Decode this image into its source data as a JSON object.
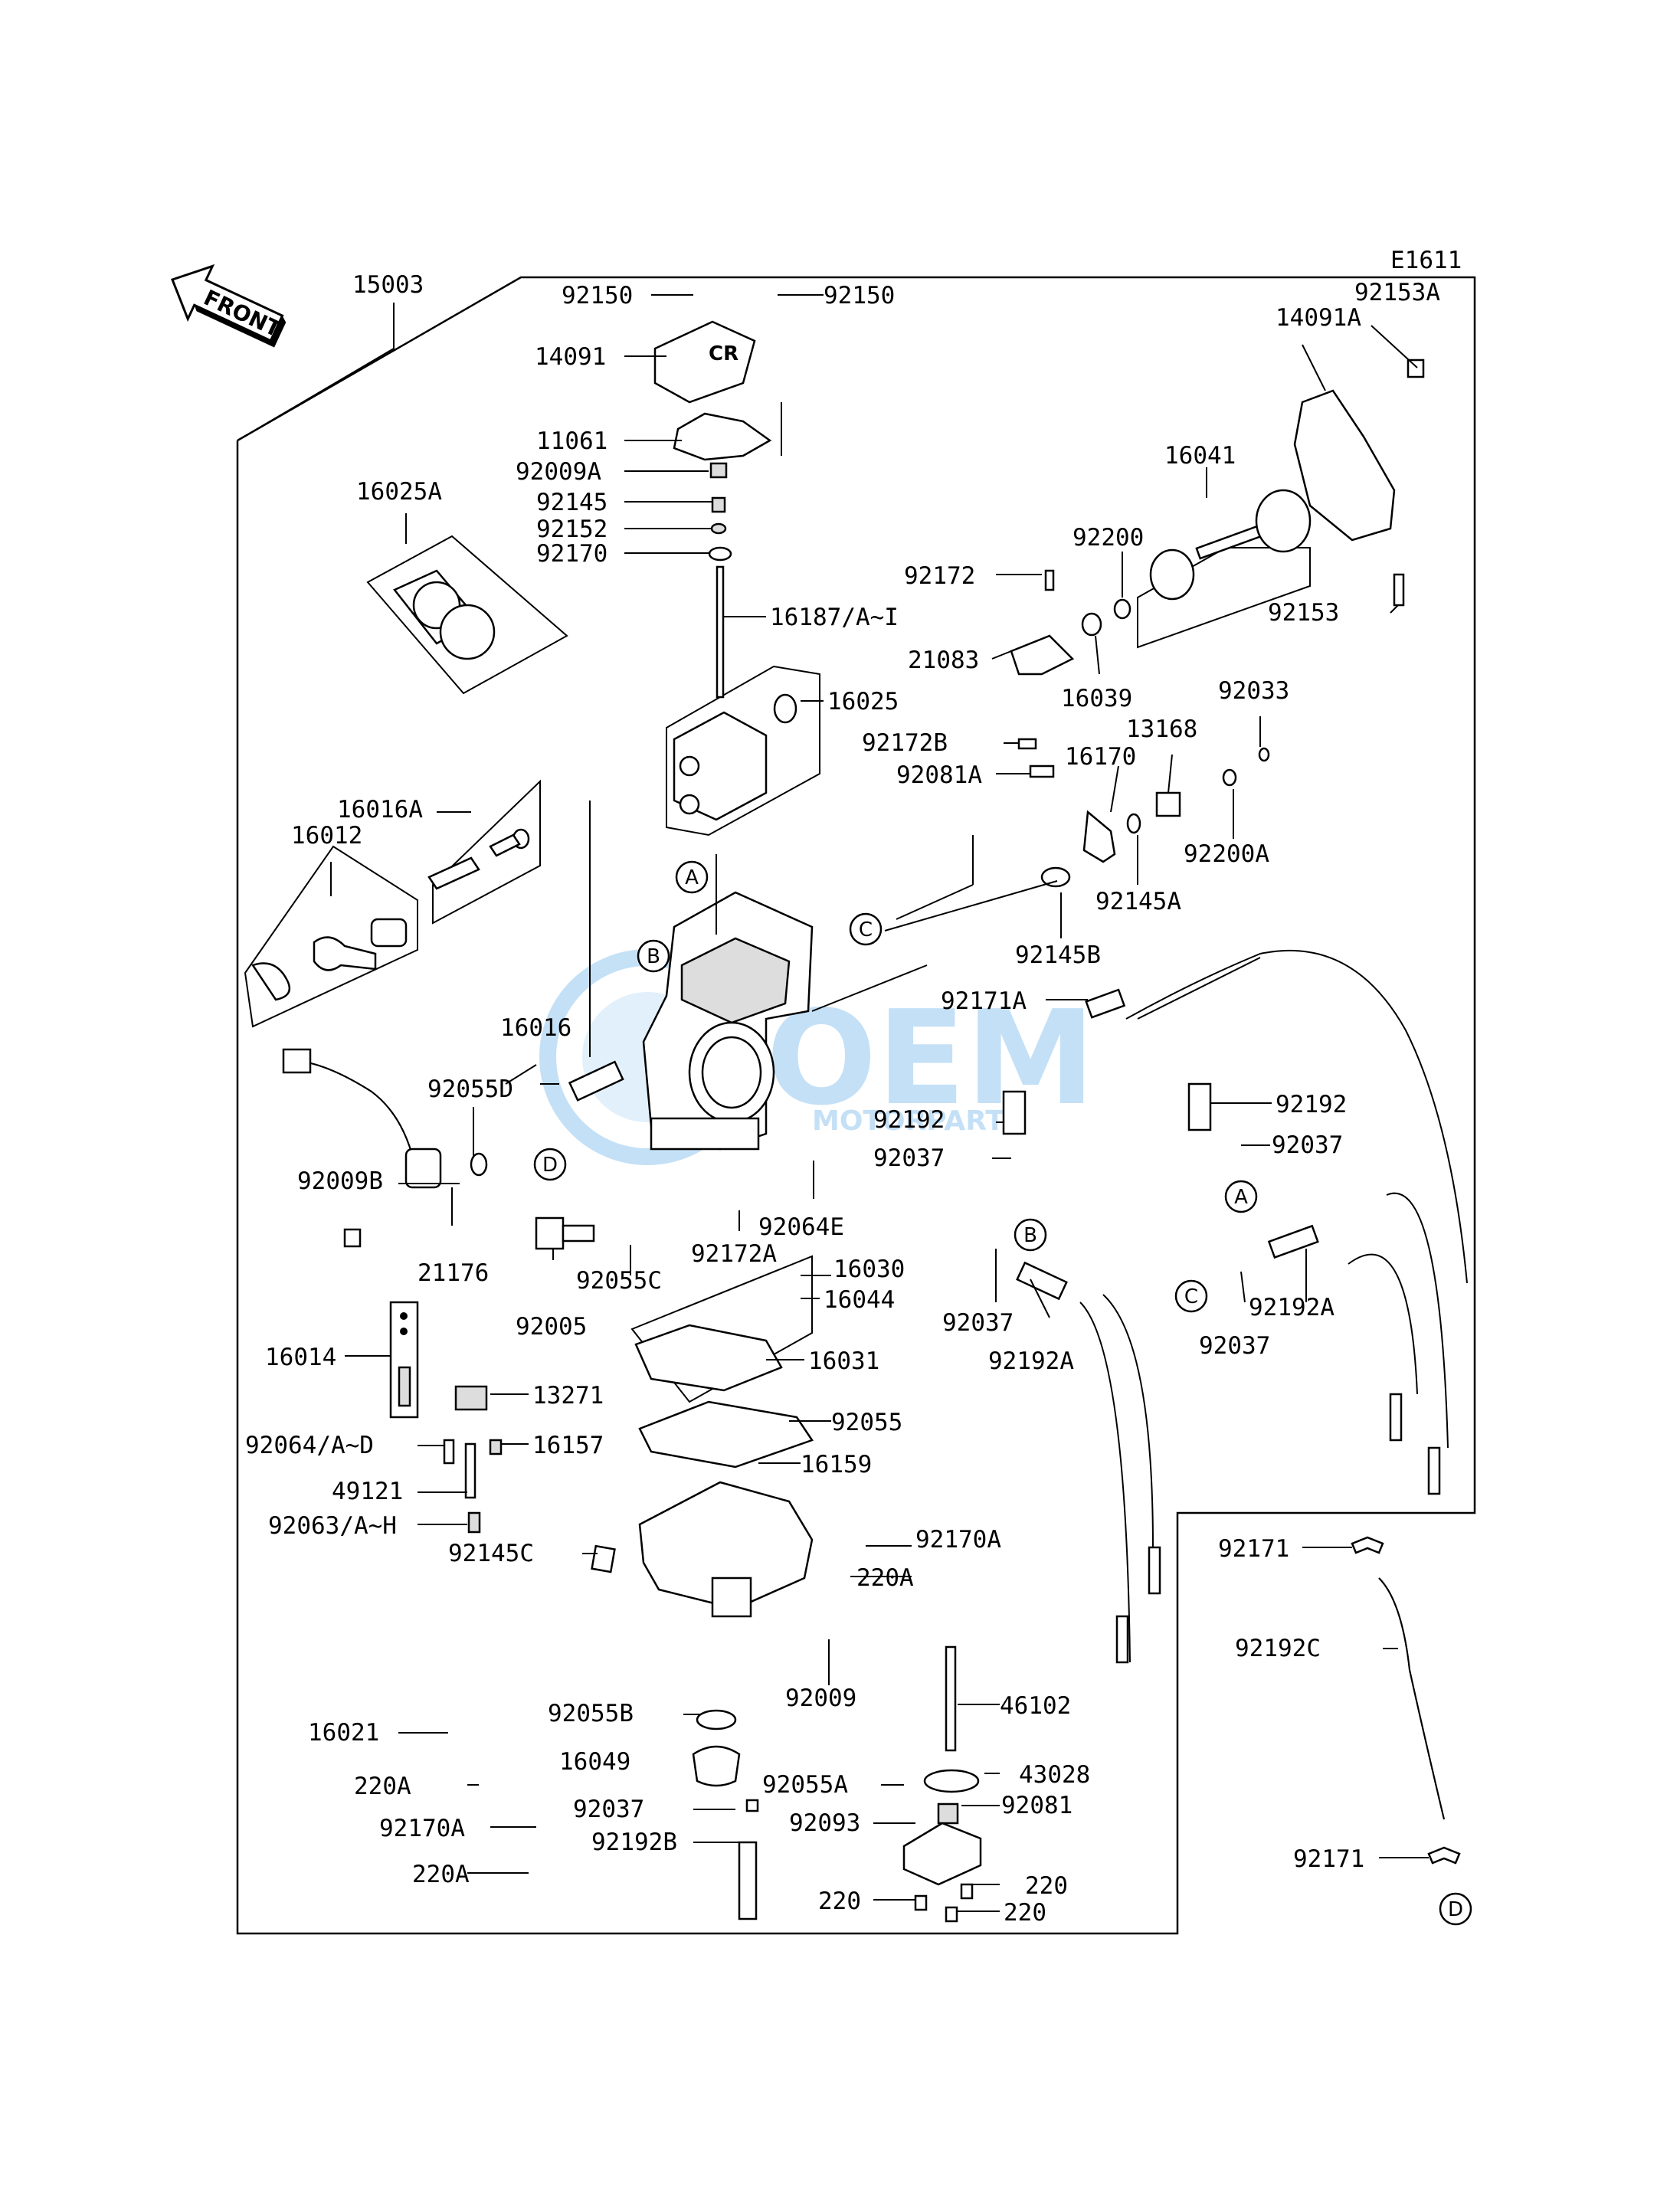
{
  "diagram_code": "E1611",
  "front_label": "FRONT",
  "watermark": {
    "text": "OEM",
    "subtext": "MOTORPARTS",
    "color": "#5aa9e6"
  },
  "callouts": [
    "A",
    "B",
    "C",
    "D"
  ],
  "part_numbers": [
    "15003",
    "92150",
    "92150",
    "14091",
    "11061",
    "92009A",
    "92145",
    "92152",
    "92170",
    "16025A",
    "16187/A~I",
    "16025",
    "16016A",
    "16012",
    "16016",
    "92055D",
    "92009B",
    "21176",
    "92005",
    "92055C",
    "92172A",
    "92064E",
    "16014",
    "13271",
    "92064/A~D",
    "16157",
    "49121",
    "92063/A~H",
    "92145C",
    "16021",
    "220A",
    "92170A",
    "220A",
    "92055B",
    "16049",
    "92037",
    "92192B",
    "92009",
    "92055A",
    "92093",
    "46102",
    "43028",
    "92081",
    "220",
    "220",
    "220",
    "16030",
    "16044",
    "16031",
    "92055",
    "16159",
    "92170A",
    "220A",
    "14091A",
    "92153A",
    "16041",
    "92200",
    "92153",
    "92172",
    "21083",
    "16039",
    "92033",
    "92172B",
    "13168",
    "92081A",
    "16170",
    "92200A",
    "92145A",
    "92145B",
    "92171A",
    "92192",
    "92192",
    "92037",
    "92037",
    "92037",
    "92037",
    "92192A",
    "92192A",
    "92171",
    "92192C",
    "92171"
  ]
}
